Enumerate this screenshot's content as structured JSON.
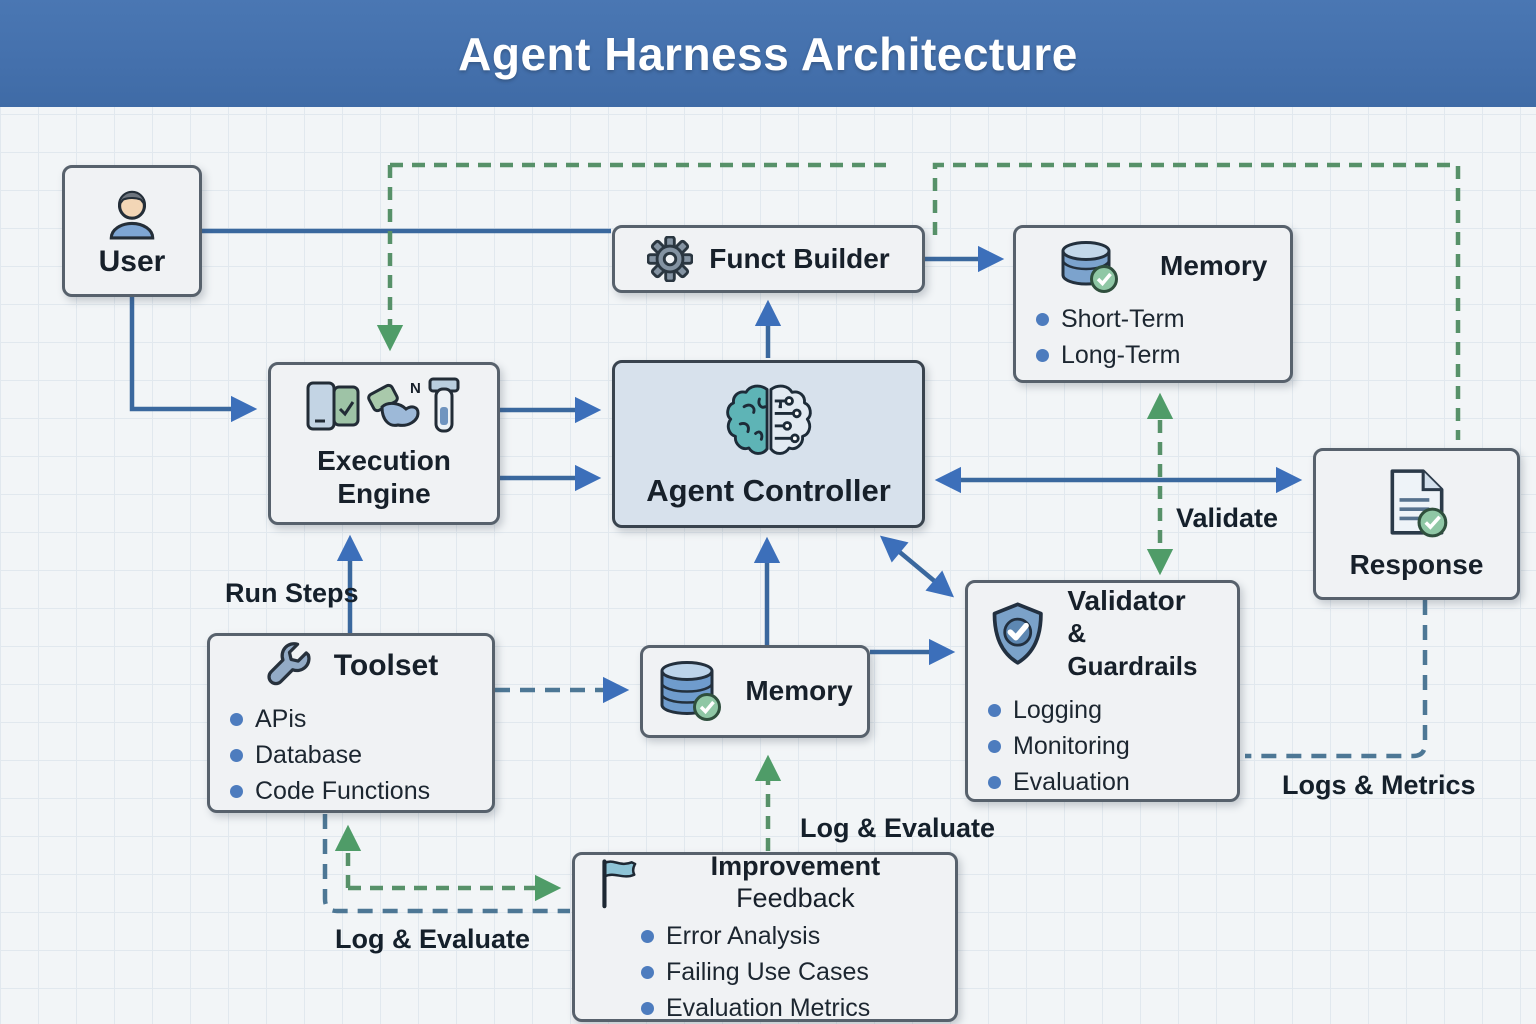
{
  "header": {
    "title": "Agent Harness Architecture"
  },
  "nodes": {
    "user": {
      "label": "User",
      "icon": "person-icon"
    },
    "execution_engine": {
      "label_line1": "Execution",
      "label_line2": "Engine",
      "icon": "devices-tools-testtube-icon"
    },
    "funct_builder": {
      "label": "Funct Builder",
      "icon": "gear-icon"
    },
    "memory_top": {
      "title": "Memory",
      "icon": "database-check-icon",
      "bullets": [
        "Short-Term",
        "Long-Term"
      ]
    },
    "agent_controller": {
      "label": "Agent Controller",
      "icon": "brain-circuit-icon"
    },
    "response": {
      "label": "Response",
      "icon": "document-check-icon"
    },
    "validator": {
      "title": "Validator",
      "subtitle": "& Guardrails",
      "icon": "shield-check-icon",
      "bullets": [
        "Logging",
        "Monitoring",
        "Evaluation"
      ]
    },
    "toolset": {
      "title": "Toolset",
      "icon": "wrench-icon",
      "bullets": [
        "APis",
        "Database",
        "Code Functions"
      ]
    },
    "memory_bottom": {
      "title": "Memory",
      "icon": "database-stack-check-icon"
    },
    "improvement_feedback": {
      "title_bold": "Improvement",
      "title_rest": " Feedback",
      "icon": "flag-icon",
      "bullets": [
        "Error Analysis",
        "Failing Use Cases",
        "Evaluation Metrics"
      ]
    }
  },
  "edge_labels": {
    "run_steps": "Run Steps",
    "validate": "Validate",
    "logs_metrics": "Logs & Metrics",
    "log_evaluate_left": "Log & Evaluate",
    "log_evaluate_center": "Log & Evaluate"
  },
  "edges": [
    {
      "from": "user",
      "to": "funct_builder",
      "style": "solid-blue"
    },
    {
      "from": "user",
      "to": "execution_engine",
      "style": "solid-blue-arrow"
    },
    {
      "from": "execution_engine",
      "to": "agent_controller",
      "style": "solid-blue-arrow-x2"
    },
    {
      "from": "agent_controller",
      "to": "funct_builder",
      "style": "solid-blue-arrow"
    },
    {
      "from": "funct_builder",
      "to": "memory_top",
      "style": "solid-blue-arrow"
    },
    {
      "from": "response",
      "to": "agent_controller",
      "style": "solid-blue-double-arrow"
    },
    {
      "from": "agent_controller",
      "to": "validator",
      "style": "solid-blue-double-arrow-diagonal"
    },
    {
      "from": "memory_bottom",
      "to": "agent_controller",
      "style": "solid-blue-arrow"
    },
    {
      "from": "memory_bottom",
      "to": "validator",
      "style": "solid-blue-arrow"
    },
    {
      "from": "toolset",
      "to": "execution_engine",
      "style": "solid-blue-arrow",
      "label": "Run Steps"
    },
    {
      "from": "toolset",
      "to": "memory_bottom",
      "style": "dashed-blue-arrow"
    },
    {
      "from": "memory_top",
      "to": "validator",
      "style": "dashed-green-double-arrow",
      "label": "Validate"
    },
    {
      "from": "loop_top",
      "to": "execution_engine",
      "style": "dashed-green-arrow"
    },
    {
      "from": "funct_builder",
      "to": "response",
      "style": "dashed-green-loop"
    },
    {
      "from": "response",
      "to": "validator",
      "style": "dashed-blue",
      "label": "Logs & Metrics"
    },
    {
      "from": "toolset",
      "to": "improvement_feedback",
      "style": "dashed-blue",
      "label": "Log & Evaluate"
    },
    {
      "from": "improvement_feedback",
      "to": "toolset",
      "style": "dashed-green-double-arrow"
    },
    {
      "from": "improvement_feedback",
      "to": "memory_bottom",
      "style": "dashed-green-arrow",
      "label": "Log & Evaluate"
    }
  ],
  "colors": {
    "header": "#4470ac",
    "solid_arrow": "#3a689e",
    "arrowhead_blue": "#3c6fba",
    "dashed_blue": "#4d7795",
    "dashed_green": "#579169",
    "arrowhead_green": "#4f9c68",
    "box_fill": "#f0f2f4",
    "box_border": "#57616c",
    "controller_fill": "#d7e1ec",
    "bullet": "#4d7cbe"
  }
}
